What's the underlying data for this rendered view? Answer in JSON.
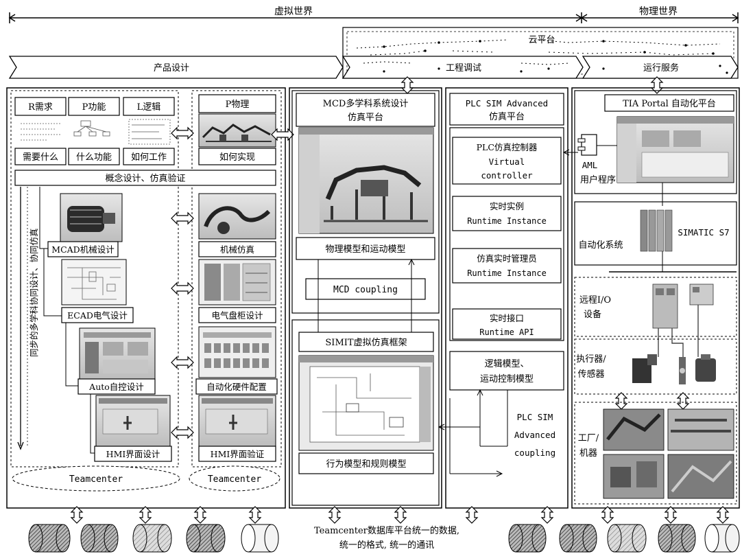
{
  "header": {
    "virtual_world": "虚拟世界",
    "physical_world": "物理世界"
  },
  "lifecycle": {
    "cloud": "云平台",
    "product_design": "产品设计",
    "commissioning": "工程调试",
    "operation": "运行服务"
  },
  "design": {
    "r_req": "R需求",
    "p_func": "P功能",
    "l_logic": "L逻辑",
    "p_phys": "P物理",
    "what_need": "需要什么",
    "what_func": "什么功能",
    "how_work": "如何工作",
    "how_impl": "如何实现",
    "concept": "概念设计、仿真验证",
    "vertical": "同步的多学科协同设计、协同仿真",
    "mcad": "MCAD机械设计",
    "mech_sim": "机械仿真",
    "ecad": "ECAD电气设计",
    "cabinet": "电气盘柜设计",
    "auto": "Auto自控设计",
    "hw_config": "自动化硬件配置",
    "hmi_design": "HMI界面设计",
    "hmi_verify": "HMI界面验证",
    "teamcenter_left": "Teamcenter",
    "teamcenter_right": "Teamcenter"
  },
  "mcd": {
    "title_1": "MCD多学科系统设计",
    "title_2": "仿真平台",
    "model": "物理模型和运动模型",
    "coupling": "MCD coupling",
    "simit": "SIMIT虚拟仿真框架",
    "behavior": "行为模型和规则模型"
  },
  "plcsim": {
    "title_1": "PLC SIM Advanced",
    "title_2": "仿真平台",
    "ctrl_1": "PLC仿真控制器",
    "ctrl_2": "Virtual",
    "ctrl_3": "controller",
    "inst_1": "实时实例",
    "inst_2": "Runtime Instance",
    "mgr_1": "仿真实时管理员",
    "mgr_2": "Runtime Instance",
    "api_1": "实时接口",
    "api_2": "Runtime API",
    "logic_1": "逻辑模型、",
    "logic_2": "运动控制模型",
    "coupling_1": "PLC SIM",
    "coupling_2": "Advanced",
    "coupling_3": "coupling"
  },
  "physical": {
    "tia": "TIA Portal 自动化平台",
    "aml": "AML",
    "user_prog": "用户程序",
    "simatic": "SIMATIC S7",
    "auto_sys": "自动化系统",
    "remote_io_1": "远程I/O",
    "remote_io_2": "设备",
    "actuator_1": "执行器/",
    "actuator_2": "传感器",
    "factory_1": "工厂/",
    "factory_2": "机器"
  },
  "database": {
    "line_1": "Teamcenter数据库平台统一的数据,",
    "line_2": "统一的格式, 统一的通讯"
  }
}
